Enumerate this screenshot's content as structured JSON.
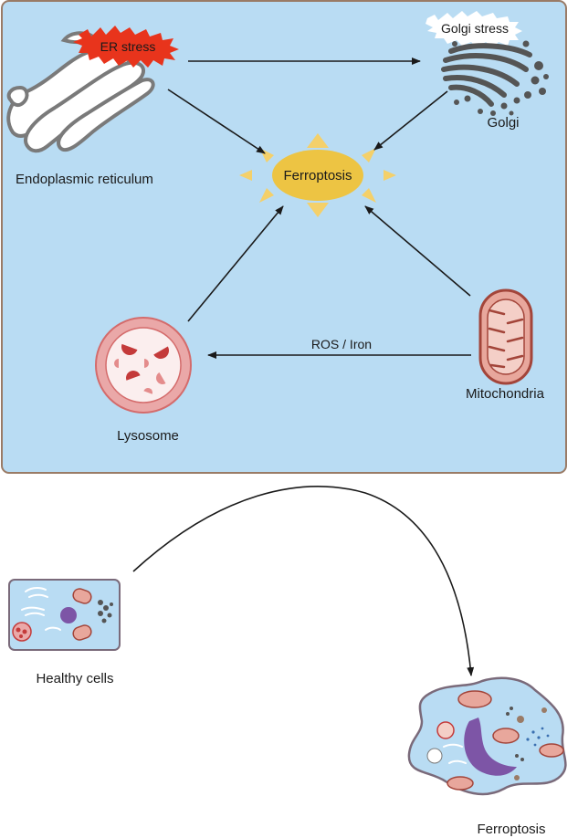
{
  "organelles": {
    "er": {
      "label": "Endoplasmic reticulum",
      "stress_label": "ER stress"
    },
    "golgi": {
      "label": "Golgi",
      "stress_label": "Golgi stress"
    },
    "ferroptosis_center": {
      "label": "Ferroptosis"
    },
    "lysosome": {
      "label": "Lysosome"
    },
    "mitochondria": {
      "label": "Mitochondria"
    }
  },
  "arrows": {
    "mito_to_lysosome_label": "ROS / Iron"
  },
  "cells": {
    "healthy": {
      "label": "Healthy cells"
    },
    "ferroptotic": {
      "label": "Ferroptosis"
    }
  },
  "colors": {
    "panel_fill": "#b9dcf3",
    "panel_border": "#9a7b66",
    "sun_fill": "#edc443",
    "sun_rays": "#f4d06a",
    "burst_red": "#e8341c",
    "lysosome_outer": "#eaa8a8",
    "lysosome_inner": "#d44b4b",
    "mito_fill": "#e8a79c",
    "golgi_gray": "#555555",
    "nucleus": "#7d55a6"
  }
}
